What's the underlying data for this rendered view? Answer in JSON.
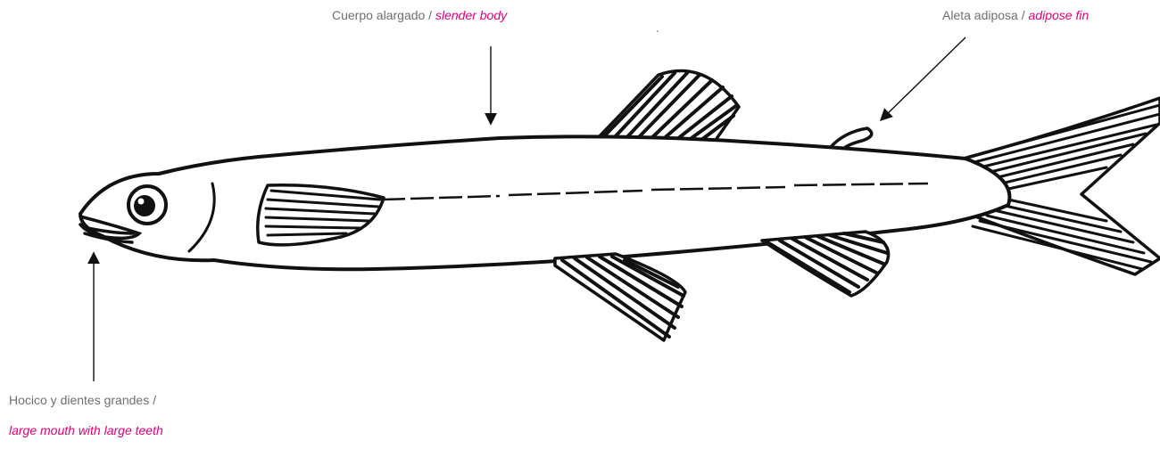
{
  "labels": {
    "body": {
      "es": "Cuerpo alargado",
      "separator": " / ",
      "en": "slender body"
    },
    "adipose_fin": {
      "es": "Aleta adiposa",
      "separator": " / ",
      "en": "adipose fin"
    },
    "mouth": {
      "es": "Hocico y dientes grandes /",
      "en": "large mouth with large teeth"
    }
  },
  "colors": {
    "spanish_text": "#6f6f6f",
    "english_text": "#e0007a",
    "ink": "#111111",
    "background": "#ffffff"
  }
}
